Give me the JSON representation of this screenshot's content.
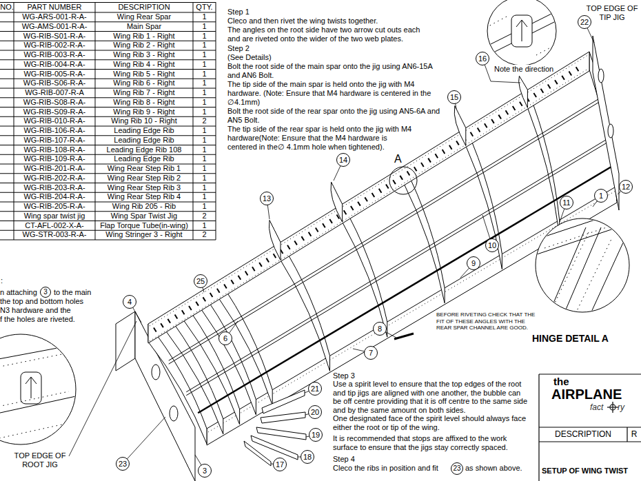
{
  "diagram": {
    "nodes": [
      {
        "text": [
          "22"
        ]
      },
      {
        "text": [
          "16"
        ]
      },
      {
        "text": [
          "15"
        ]
      },
      {
        "text": [
          "14"
        ]
      },
      {
        "text": [
          "13"
        ]
      },
      {
        "text": [
          "12"
        ]
      },
      {
        "text": [
          "1"
        ]
      },
      {
        "text": [
          "11"
        ]
      },
      {
        "text": [
          "10"
        ]
      },
      {
        "text": [
          "9"
        ]
      },
      {
        "text": [
          "25"
        ]
      },
      {
        "text": [
          "3"
        ]
      },
      {
        "text": [
          "4"
        ]
      },
      {
        "text": [
          "8"
        ]
      },
      {
        "text": [
          "6"
        ]
      },
      {
        "text": [
          "7"
        ]
      },
      {
        "text": [
          "21"
        ]
      },
      {
        "text": [
          "20"
        ]
      },
      {
        "text": [
          "19"
        ]
      },
      {
        "text": [
          "18"
        ]
      },
      {
        "text": [
          "17"
        ]
      },
      {
        "text": [
          "23"
        ]
      },
      {
        "text": [
          "23"
        ]
      },
      {
        "text": [
          "3"
        ]
      }
    ],
    "labels": [
      "NO.",
      "PART NUMBER",
      "DESCRIPTION",
      "QTY.",
      "WG-ARS-001-R-A-",
      "Wing Rear Spar",
      "1",
      "WG-AMS-001-R-A-",
      "Main Spar",
      "1",
      "WG-RIB-S01-R-A-",
      "Wing Rib 1 - Right",
      "1",
      "WG-RIB-002-R-A-",
      "Wing Rib 2 - Right",
      "1",
      "WG-RIB-003-R-A-",
      "Wing Rib 3 - Right",
      "1",
      "WG-RIB-004-R-A-",
      "Wing Rib 4 - Right",
      "1",
      "WG-RIB-005-R-A-",
      "Wing Rib 5 - Right",
      "1",
      "WG-RIB-S06-R-A-",
      "Wing Rib 6 - Right",
      "1",
      "WG-RIB-007-R-A",
      "Wing Rib 7 - Right",
      "1",
      "WG-RIB-S08-R-A-",
      "Wing Rib 8 - Right",
      "1",
      "WG-RIB-S09-R-A-",
      "Wing Rib 9 - Right",
      "1",
      "WG-RIB-010-R-A-",
      "Wing Rib 10 - Right",
      "2",
      "WG-RIB-106-R-A-",
      "Leading Edge Rib",
      "1",
      "WG-RIB-107-R-A-",
      "Leading Edge Rib",
      "1",
      "WG-RIB-108-R-A-",
      "Leading Edge Rib 108",
      "1",
      "WG-RIB-109-R-A-",
      "Leading Edge Rib",
      "1",
      "WG-RIB-201-R-A-",
      "Wing Rear Step Rib 1",
      "1",
      "WG-RIB-202-R-A-",
      "Wing Rear Step Rib 2",
      "1",
      "WG-RIB-203-R-A-",
      "Wing Rear Step Rib 3",
      "1",
      "WG-RIB-204-R-A-",
      "Wing Rear Step Rib 4",
      "1",
      "WG-RIB-205-R-A-",
      "Wing Rib 205 - Rib",
      "1",
      "Wing spar twist jig",
      "Wing Spar Twist Jig",
      "2",
      "CT-AFL-002-X-A-",
      "Flap Torque Tube(in-wing)",
      "1",
      "WG-STR-003-R-A-",
      "Wing Stringer 3 - Right",
      "2",
      "Step 1",
      "Cleco and then rivet the wing twists together.",
      "The angles on the root side have two arrow cut outs each and are riveted onto the wider of the two web plates.",
      "Step 2",
      "(See Details)",
      "Bolt the root side of the main spar onto the jig using AN6-15A and AN6 Bolt.",
      "The tip side of the main spar is held onto the jig with M4 hardware. (Note: Ensure that M4 hardware is centered in the ∅4.1mm)",
      "Bolt the root side of the rear spar onto the jig using AN5-6A and AN5 Bolt.",
      "The tip side of the rear spar is held onto the jig with M4 hardware(Note: Ensure that the M4 hardware is centered in the∅ 4.1mm hole when tightened).",
      "TOP EDGE OF TIP JIG",
      "Note the direction",
      "A",
      "BEFORE RIVETING CHECK THAT THE FIT OF THESE ANGLES WITH THE REAR SPAR CHANNEL ARE GOOD.",
      "HINGE DETAIL A",
      ":",
      "n attaching",
      "to the main",
      "the top and bottom holes",
      "N3 hardware and the",
      "f the holes are riveted.",
      "Step 3",
      "Use a spirit level to ensure that the top edges of the root and tip jigs are aligned with one another, the bubble can be off centre providing that it is off centre to the same side and by the same amount on both sides.",
      "One designated face of the spirit level should always face either the root or tip of the wing.",
      "It is recommended that stops are affixed to the work surface to ensure that the jigs stay correctly spaced.",
      "Step 4",
      "Cleco the ribs in position and fit",
      "as shown above.",
      "TOP EDGE OF ROOT JIG",
      "the",
      "AIRPLANE",
      "fact",
      "ry",
      "DESCRIPTION",
      "R",
      "SETUP OF WING TWIST"
    ]
  }
}
